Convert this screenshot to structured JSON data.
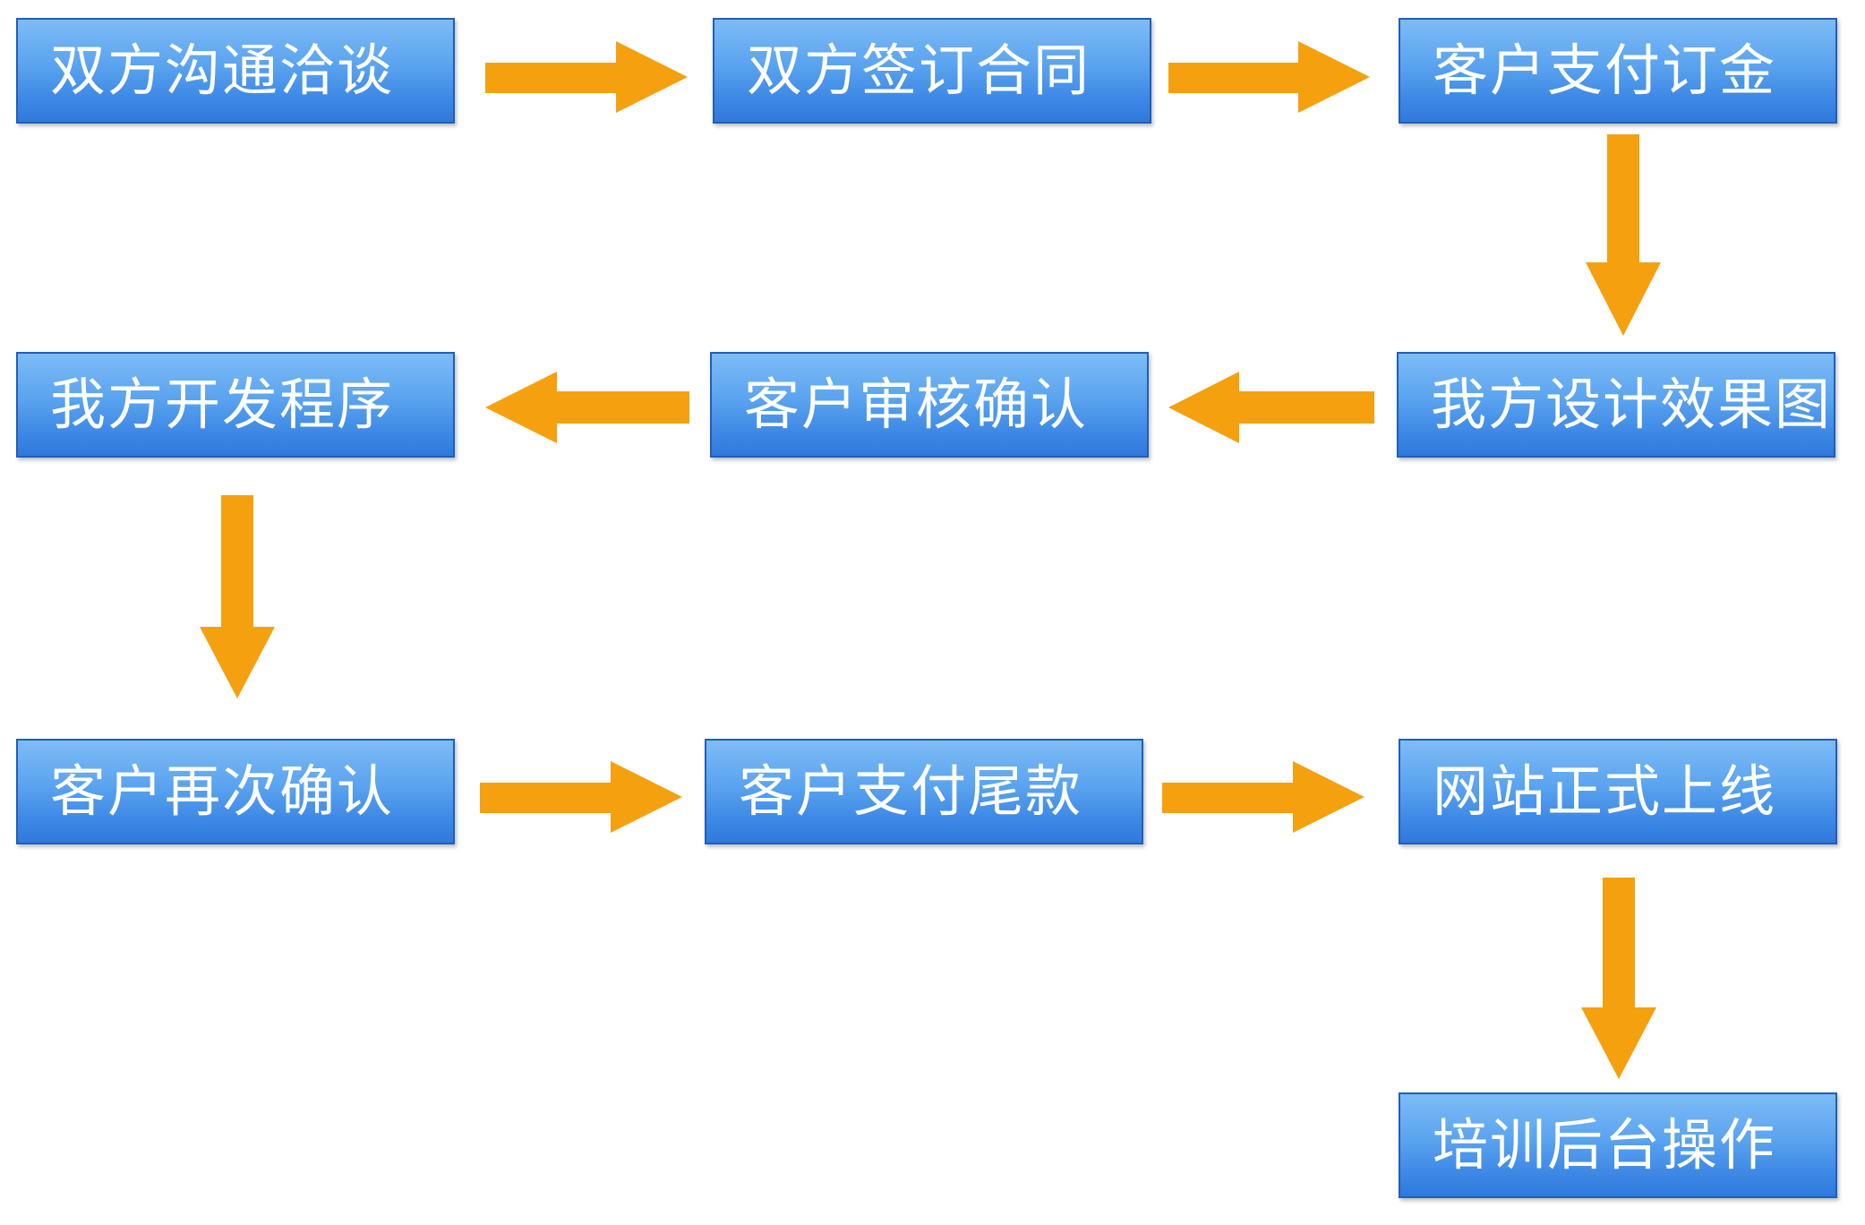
{
  "flow": {
    "steps": [
      {
        "label": "双方沟通洽谈"
      },
      {
        "label": "双方签订合同"
      },
      {
        "label": "客户支付订金"
      },
      {
        "label": "我方设计效果图"
      },
      {
        "label": "客户审核确认"
      },
      {
        "label": "我方开发程序"
      },
      {
        "label": "客户再次确认"
      },
      {
        "label": "客户支付尾款"
      },
      {
        "label": "网站正式上线"
      },
      {
        "label": "培训后台操作"
      }
    ],
    "colors": {
      "box": "#4a95ea",
      "box_border": "#1f5fb8",
      "text": "#ffffff",
      "arrow": "#f5a00f"
    }
  }
}
